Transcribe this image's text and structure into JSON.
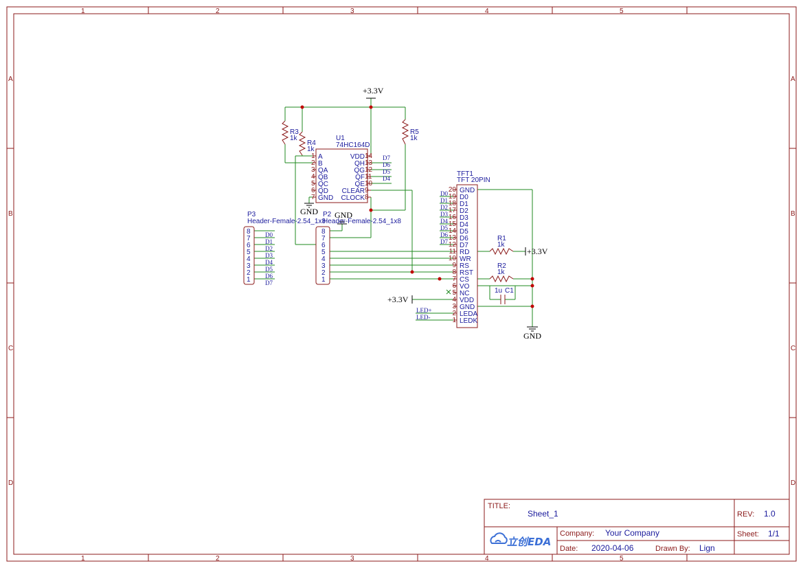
{
  "frame": {
    "columns": [
      "1",
      "2",
      "3",
      "4",
      "5"
    ],
    "rows": [
      "A",
      "B",
      "C",
      "D"
    ]
  },
  "power": {
    "vcc_label": "+3.3V",
    "gnd_label": "GND"
  },
  "u1": {
    "ref": "U1",
    "value": "74HC164D",
    "pins_left": [
      {
        "num": "1",
        "name": "A"
      },
      {
        "num": "2",
        "name": "B"
      },
      {
        "num": "3",
        "name": "QA"
      },
      {
        "num": "4",
        "name": "QB"
      },
      {
        "num": "5",
        "name": "QC"
      },
      {
        "num": "6",
        "name": "QD"
      },
      {
        "num": "7",
        "name": "GND"
      }
    ],
    "pins_right": [
      {
        "num": "14",
        "name": "VDD"
      },
      {
        "num": "13",
        "name": "QH"
      },
      {
        "num": "12",
        "name": "QG"
      },
      {
        "num": "11",
        "name": "QF"
      },
      {
        "num": "10",
        "name": "QE"
      },
      {
        "num": "9",
        "name": "CLEAR"
      },
      {
        "num": "8",
        "name": "CLOCK"
      }
    ],
    "right_nets": [
      "D7",
      "D6",
      "D5",
      "D4"
    ]
  },
  "resistors": {
    "r3": {
      "ref": "R3",
      "value": "1k"
    },
    "r4": {
      "ref": "R4",
      "value": "1k"
    },
    "r5": {
      "ref": "R5",
      "value": "1k"
    },
    "r1": {
      "ref": "R1",
      "value": "1k"
    },
    "r2": {
      "ref": "R2",
      "value": "1k"
    }
  },
  "c1": {
    "ref": "C1",
    "value": "1u"
  },
  "p3": {
    "ref": "P3",
    "value": "Header-Female-2.54_1x8",
    "pins": [
      "8",
      "7",
      "6",
      "5",
      "4",
      "3",
      "2",
      "1"
    ],
    "nets": [
      "D0",
      "D1",
      "D2",
      "D3",
      "D4",
      "D5",
      "D6",
      "D7"
    ]
  },
  "p2": {
    "ref": "P2",
    "value": "Header-Female-2.54_1x8",
    "pins": [
      "8",
      "7",
      "6",
      "5",
      "4",
      "3",
      "2",
      "1"
    ]
  },
  "tft": {
    "ref": "TFT1",
    "value": "TFT 20PIN",
    "pins": [
      {
        "num": "20",
        "name": "GND"
      },
      {
        "num": "19",
        "name": "D0"
      },
      {
        "num": "18",
        "name": "D1"
      },
      {
        "num": "17",
        "name": "D2"
      },
      {
        "num": "16",
        "name": "D3"
      },
      {
        "num": "15",
        "name": "D4"
      },
      {
        "num": "14",
        "name": "D5"
      },
      {
        "num": "13",
        "name": "D6"
      },
      {
        "num": "12",
        "name": "D7"
      },
      {
        "num": "11",
        "name": "RD"
      },
      {
        "num": "10",
        "name": "WR"
      },
      {
        "num": "9",
        "name": "RS"
      },
      {
        "num": "8",
        "name": "RST"
      },
      {
        "num": "7",
        "name": "CS"
      },
      {
        "num": "6",
        "name": "VO"
      },
      {
        "num": "5",
        "name": "NC"
      },
      {
        "num": "4",
        "name": "VDD"
      },
      {
        "num": "3",
        "name": "GND"
      },
      {
        "num": "2",
        "name": "LEDA"
      },
      {
        "num": "1",
        "name": "LEDK"
      }
    ],
    "data_nets": [
      "D0",
      "D1",
      "D2",
      "D3",
      "D4",
      "D5",
      "D6",
      "D7"
    ],
    "led_nets": [
      "LED+",
      "LED-"
    ]
  },
  "title_block": {
    "title_label": "TITLE:",
    "title_value": "Sheet_1",
    "rev_label": "REV:",
    "rev_value": "1.0",
    "company_label": "Company:",
    "company_value": "Your Company",
    "sheet_label": "Sheet:",
    "sheet_value": "1/1",
    "date_label": "Date:",
    "date_value": "2020-04-06",
    "drawn_label": "Drawn By:",
    "drawn_value": "Lign",
    "logo_text": "立创EDA"
  },
  "colors": {
    "frame": "#8b1a1a",
    "wire": "#1f8a1f",
    "label": "#1a1a9c",
    "junction": "#c00000"
  }
}
